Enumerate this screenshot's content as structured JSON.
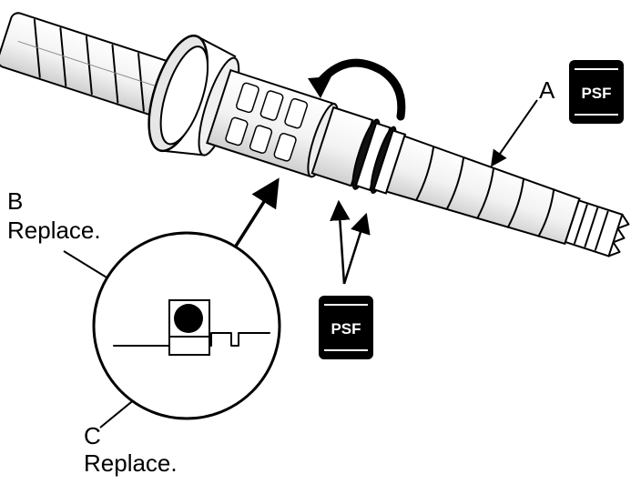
{
  "labels": {
    "a": {
      "letter": "A"
    },
    "b": {
      "letter": "B",
      "note": "Replace."
    },
    "c": {
      "letter": "C",
      "note": "Replace."
    }
  },
  "badges": {
    "psf_text": "PSF"
  },
  "colors": {
    "ink": "#000000",
    "paper": "#ffffff"
  }
}
